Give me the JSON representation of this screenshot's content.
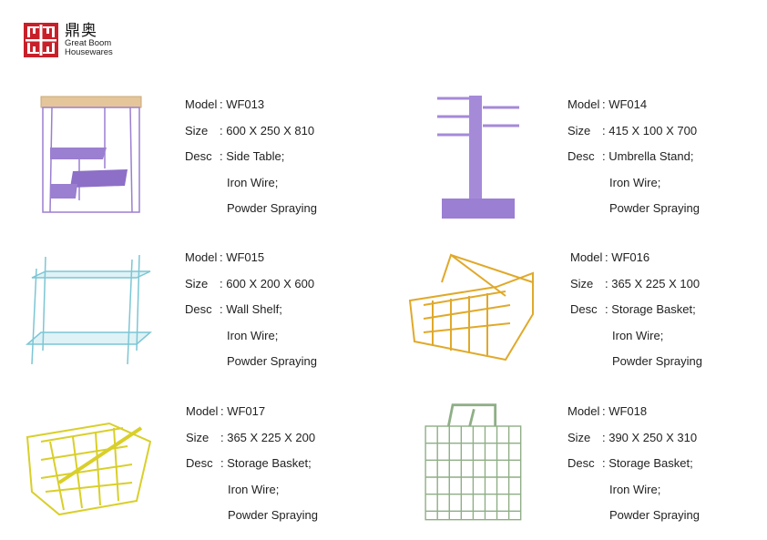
{
  "brand": {
    "name_cn": "鼎奥",
    "name_en_line1": "Great Boom",
    "name_en_line2": "Housewares",
    "color": "#c8202a"
  },
  "labels": {
    "model": "Model",
    "size": "Size",
    "desc": "Desc"
  },
  "products": [
    {
      "model": ": WF013",
      "size": ": 600 X 250 X 810",
      "desc": [
        ": Side Table;",
        "Iron Wire;",
        "Powder Spraying"
      ],
      "color": "#9b7fd0"
    },
    {
      "model": ": WF014",
      "size": ": 415 X 100 X 700",
      "desc": [
        ": Umbrella Stand;",
        "Iron Wire;",
        "Powder Spraying"
      ],
      "color": "#a58ad8"
    },
    {
      "model": ": WF015",
      "size": ": 600 X 200 X 600",
      "desc": [
        ": Wall Shelf;",
        "Iron Wire;",
        "Powder Spraying"
      ],
      "color": "#7cc6d4"
    },
    {
      "model": ": WF016",
      "size": ": 365 X 225 X 100",
      "desc": [
        ": Storage Basket;",
        "Iron Wire;",
        "Powder Spraying"
      ],
      "color": "#e0a92a"
    },
    {
      "model": ": WF017",
      "size": ": 365 X 225 X 200",
      "desc": [
        ": Storage Basket;",
        "Iron Wire;",
        "Powder Spraying"
      ],
      "color": "#d9cf2a"
    },
    {
      "model": ": WF018",
      "size": ": 390 X 250 X 310",
      "desc": [
        ": Storage Basket;",
        "Iron Wire;",
        "Powder Spraying"
      ],
      "color": "#8fae86"
    }
  ]
}
